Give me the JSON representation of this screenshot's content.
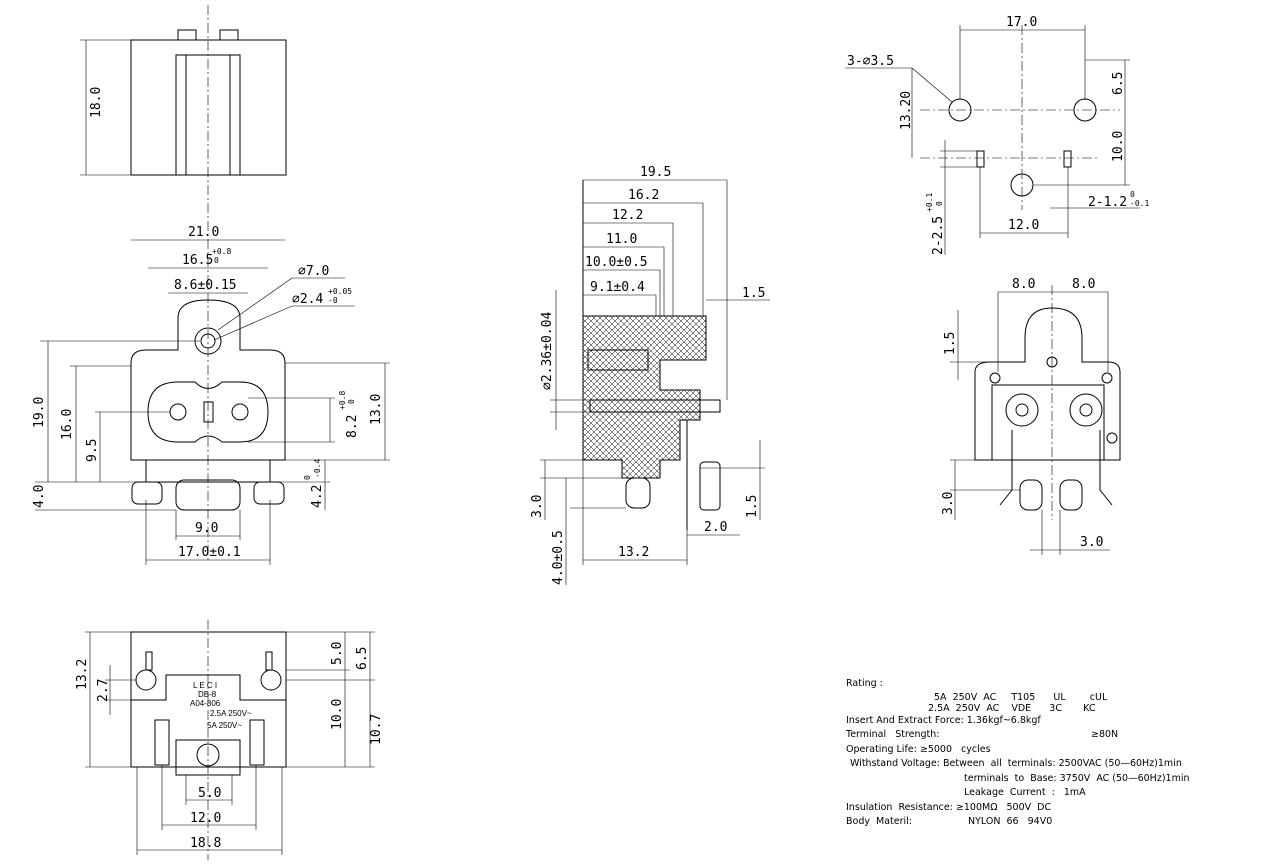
{
  "side_view": {
    "height": "18.0"
  },
  "front_view": {
    "width_overall": "21.0",
    "width_165": "16.5",
    "tol_165": "+0.8",
    "tol_165b": "0",
    "pitch": "8.6±0.15",
    "dia_outer": "⌀7.0",
    "dia_inner": "⌀2.4",
    "tol_dia_inner": "+0.05",
    "tol_dia_inner_b": "-0",
    "h190": "19.0",
    "h160": "16.0",
    "h95": "9.5",
    "h40": "4.0",
    "h82": "8.2",
    "tol_82": "+0.8",
    "tol_82b": "0",
    "h130": "13.0",
    "h42": "4.2",
    "tol_42": "0",
    "tol_42b": "-0.4",
    "w90": "9.0",
    "w170": "17.0±0.1"
  },
  "section_view": {
    "d195": "19.5",
    "d162": "16.2",
    "d122": "12.2",
    "d110": "11.0",
    "d100": "10.0±0.5",
    "d91": "9.1±0.4",
    "d15a": "1.5",
    "dia236": "⌀2.36±0.04",
    "d30": "3.0",
    "d40": "4.0±0.5",
    "d132": "13.2",
    "d20": "2.0",
    "d15b": "1.5"
  },
  "pcb_layout": {
    "w170": "17.0",
    "holes": "3-⌀3.5",
    "h1320": "13.20",
    "h65": "6.5",
    "h100": "10.0",
    "slot_a": "2-2.5",
    "tol_slot_a": "+0.1",
    "tol_slot_a_b": "0",
    "w120": "12.0",
    "slot_b": "2-1.2",
    "tol_slot_b": "0",
    "tol_slot_b_b": "-0.1"
  },
  "rear_view": {
    "w80a": "8.0",
    "w80b": "8.0",
    "h15": "1.5",
    "h30": "3.0",
    "w30": "3.0"
  },
  "bottom_view": {
    "h132": "13.2",
    "h27": "2.7",
    "h50": "5.0",
    "h65": "6.5",
    "h100": "10.0",
    "h107": "10.7",
    "w50": "5.0",
    "w120": "12.0",
    "w188": "18.8",
    "marking": [
      "L E C I",
      "DB-8",
      "A04-806",
      "2.5A  250V~",
      "5A  250V~"
    ]
  },
  "specs": {
    "rating_label": "Rating :",
    "rating_row1": "5A  250V  AC     T105      UL        cUL",
    "rating_row2": "2.5A  250V  AC    VDE      3C       KC",
    "insert_force": "Insert And Extract Force: 1.36kgf~6.8kgf",
    "terminal_strength_label": "Terminal   Strength:",
    "terminal_strength_value": "≥80N",
    "operating_life": "Operating Life: ≥5000   cycles",
    "withstand_label": "Withstand Voltage:",
    "withstand_1": "Between  all  terminals: 2500VAC (50—60Hz)1min",
    "withstand_2": "terminals  to  Base: 3750V  AC (50—60Hz)1min",
    "withstand_3": "Leakage  Current  :   1mA",
    "insulation": "Insulation  Resistance: ≥100MΩ   500V  DC",
    "body_label": "Body  Materil:",
    "body_value": "NYLON  66   94V0"
  }
}
